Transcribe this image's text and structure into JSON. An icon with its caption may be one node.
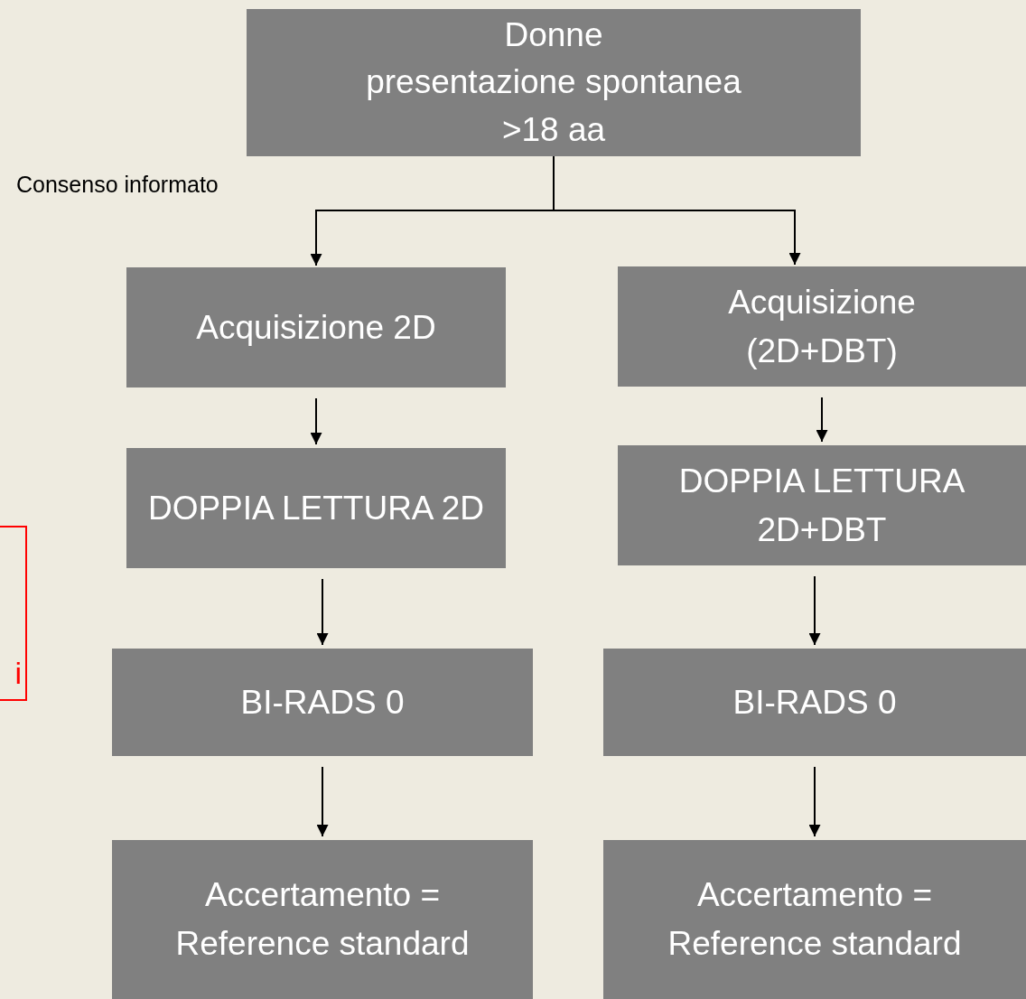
{
  "diagram": {
    "nodes": [
      {
        "text": [
          "Donne",
          "presentazione spontanea",
          ">18 aa"
        ]
      },
      {
        "text": [
          "Acquisizione 2D"
        ]
      },
      {
        "text": [
          "Acquisizione (2D+DBT)"
        ]
      },
      {
        "text": [
          "DOPPIA LETTURA 2D"
        ]
      },
      {
        "text": [
          "DOPPIA LETTURA 2D+DBT"
        ]
      },
      {
        "text": [
          "BI-RADS 0"
        ]
      },
      {
        "text": [
          "BI-RADS 0"
        ]
      },
      {
        "text": [
          "Accertamento = Reference standard"
        ]
      },
      {
        "text": [
          "Accertamento = Reference standard"
        ]
      },
      {
        "text": [
          "i"
        ]
      }
    ],
    "edges": [
      {
        "from": 0,
        "to": 1,
        "arrow": "to"
      },
      {
        "from": 0,
        "to": 2,
        "arrow": "to"
      },
      {
        "from": 1,
        "to": 3,
        "arrow": "to"
      },
      {
        "from": 2,
        "to": 4,
        "arrow": "to"
      },
      {
        "from": 3,
        "to": 5,
        "arrow": "to"
      },
      {
        "from": 4,
        "to": 6,
        "arrow": "to"
      },
      {
        "from": 5,
        "to": 7,
        "arrow": "to"
      },
      {
        "from": 6,
        "to": 8,
        "arrow": "to"
      }
    ],
    "labels": [
      "Consenso informato"
    ]
  }
}
